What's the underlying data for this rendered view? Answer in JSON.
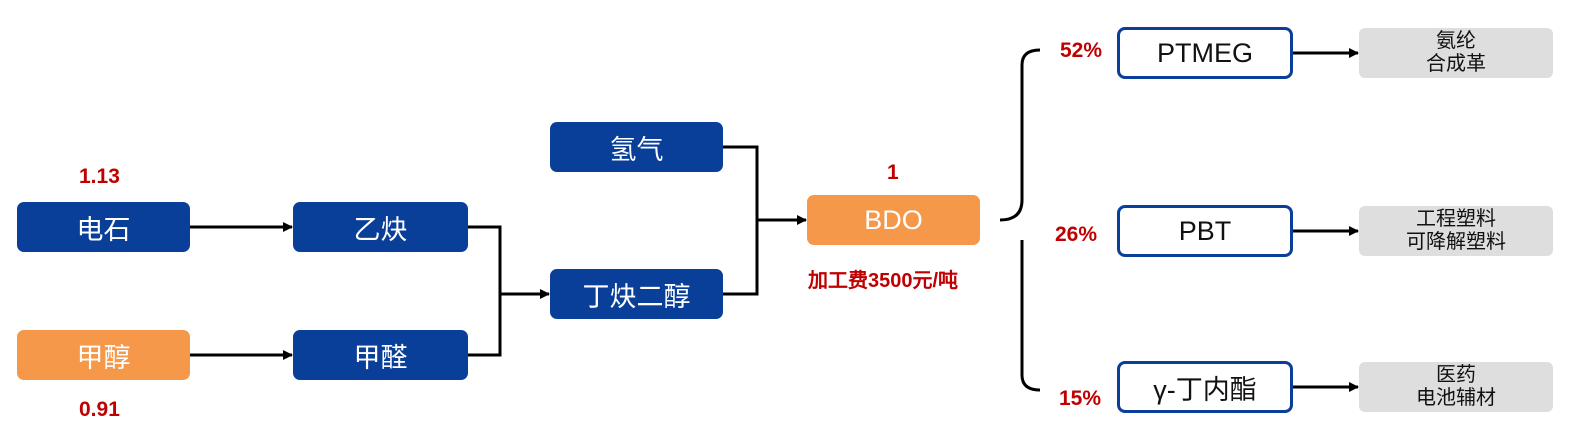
{
  "inputs": {
    "calcium_carbide": {
      "label": "电石",
      "ratio": "1.13"
    },
    "methanol": {
      "label": "甲醇",
      "ratio": "0.91"
    }
  },
  "intermediates": {
    "acetylene": "乙炔",
    "formaldehyde": "甲醛",
    "hydrogen": "氢气",
    "butynediol": "丁炔二醇"
  },
  "product": {
    "label": "BDO",
    "ratio": "1",
    "processing_fee": "加工费3500元/吨"
  },
  "downstream": [
    {
      "share": "52%",
      "label": "PTMEG",
      "uses": [
        "氨纶",
        "合成革"
      ]
    },
    {
      "share": "26%",
      "label": "PBT",
      "uses": [
        "工程塑料",
        "可降解塑料"
      ]
    },
    {
      "share": "15%",
      "label": "γ-丁内酯",
      "uses": [
        "医药",
        "电池辅材"
      ]
    }
  ],
  "colors": {
    "node_blue": "#0a3f99",
    "node_orange": "#f5984a",
    "end_gray": "#dedede",
    "number_red": "#c00000",
    "connector": "#000000"
  }
}
